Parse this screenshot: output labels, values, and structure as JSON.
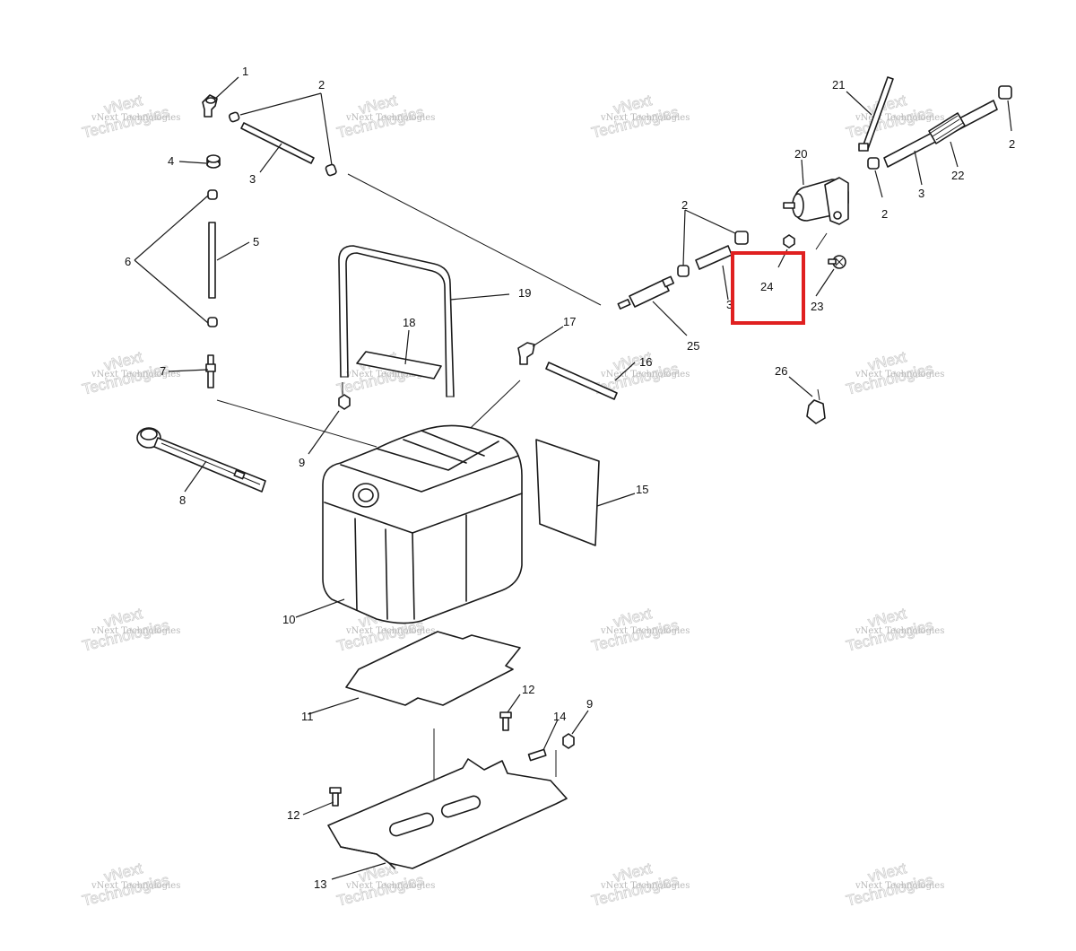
{
  "diagram": {
    "callouts": [
      "1",
      "2",
      "3",
      "4",
      "5",
      "6",
      "7",
      "8",
      "9",
      "10",
      "11",
      "12",
      "13",
      "14",
      "15",
      "16",
      "17",
      "18",
      "19",
      "20",
      "21",
      "22",
      "23",
      "24",
      "25",
      "26"
    ],
    "highlight": {
      "label": "24",
      "color": "#e02020"
    },
    "watermark": {
      "line1": "vNext",
      "line2": "Technologies",
      "full": "vNext Technologies"
    }
  }
}
